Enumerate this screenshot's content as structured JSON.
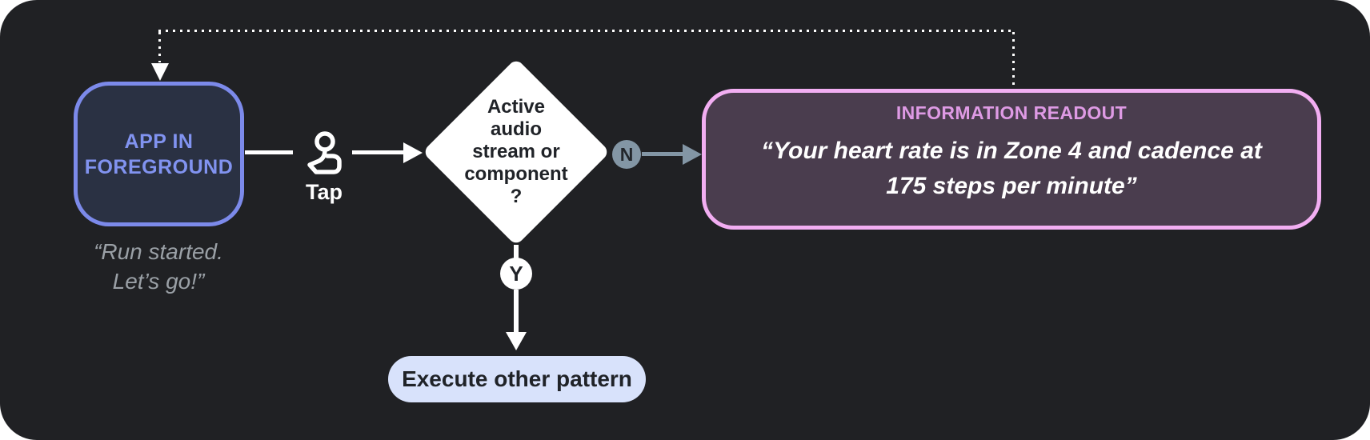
{
  "diagram": {
    "app_node": {
      "label": "APP IN\nFOREGROUND",
      "caption": "“Run started.\nLet’s go!”"
    },
    "tap": {
      "label": "Tap",
      "icon": "touch-app-icon"
    },
    "decision": {
      "label": "Active\naudio\nstream or\ncomponent\n?"
    },
    "branch_no": {
      "badge": "N"
    },
    "branch_yes": {
      "badge": "Y"
    },
    "readout_node": {
      "title": "INFORMATION READOUT",
      "quote": "“Your heart rate is in Zone 4 and cadence at\n175 steps per minute”"
    },
    "execute_node": {
      "label": "Execute other pattern"
    },
    "loop": {
      "style": "dotted",
      "from": "readout_node",
      "to": "app_node"
    }
  },
  "colors": {
    "panel_background": "#202124",
    "page_background": "#ffffff",
    "app_node_border": "#7C8AEA",
    "app_node_fill": "#2A3143",
    "app_node_text": "#8193F0",
    "caption_text": "#9AA0A6",
    "connector_white": "#ffffff",
    "connector_steel": "#8396A5",
    "diamond_fill": "#ffffff",
    "dark_text": "#202328",
    "readout_border": "#F2AEF2",
    "readout_fill": "#4A3D4E",
    "readout_title_text": "#DE9AE4",
    "execute_fill": "#D8E2FB"
  }
}
